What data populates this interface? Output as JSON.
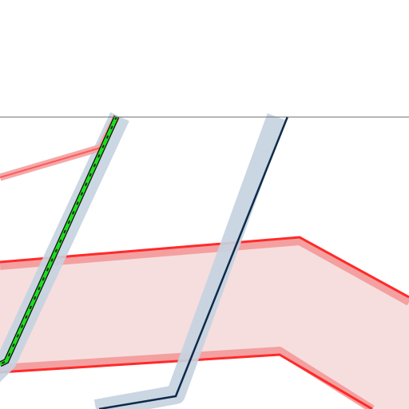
{
  "map": {
    "background": "#ffffff",
    "upper_region_color": "#ffffff",
    "boundary_line_color": "#777777",
    "features": [
      {
        "kind": "polygon",
        "name": "red-area",
        "fill": "#f6dede",
        "outline": "#ff2a2a",
        "halo": "#f4a0a0"
      },
      {
        "kind": "route",
        "name": "dark-blue-route",
        "stroke": "#0d2a4a",
        "halo": "#c5d3e0"
      },
      {
        "kind": "route",
        "name": "green-dashed-route",
        "stroke": "#1fdc1f",
        "dash": "#222222",
        "halo": "#c5d3e0"
      },
      {
        "kind": "route",
        "name": "pink-route",
        "stroke": "#ff5a5a",
        "halo": "#f4a8a8"
      }
    ]
  }
}
